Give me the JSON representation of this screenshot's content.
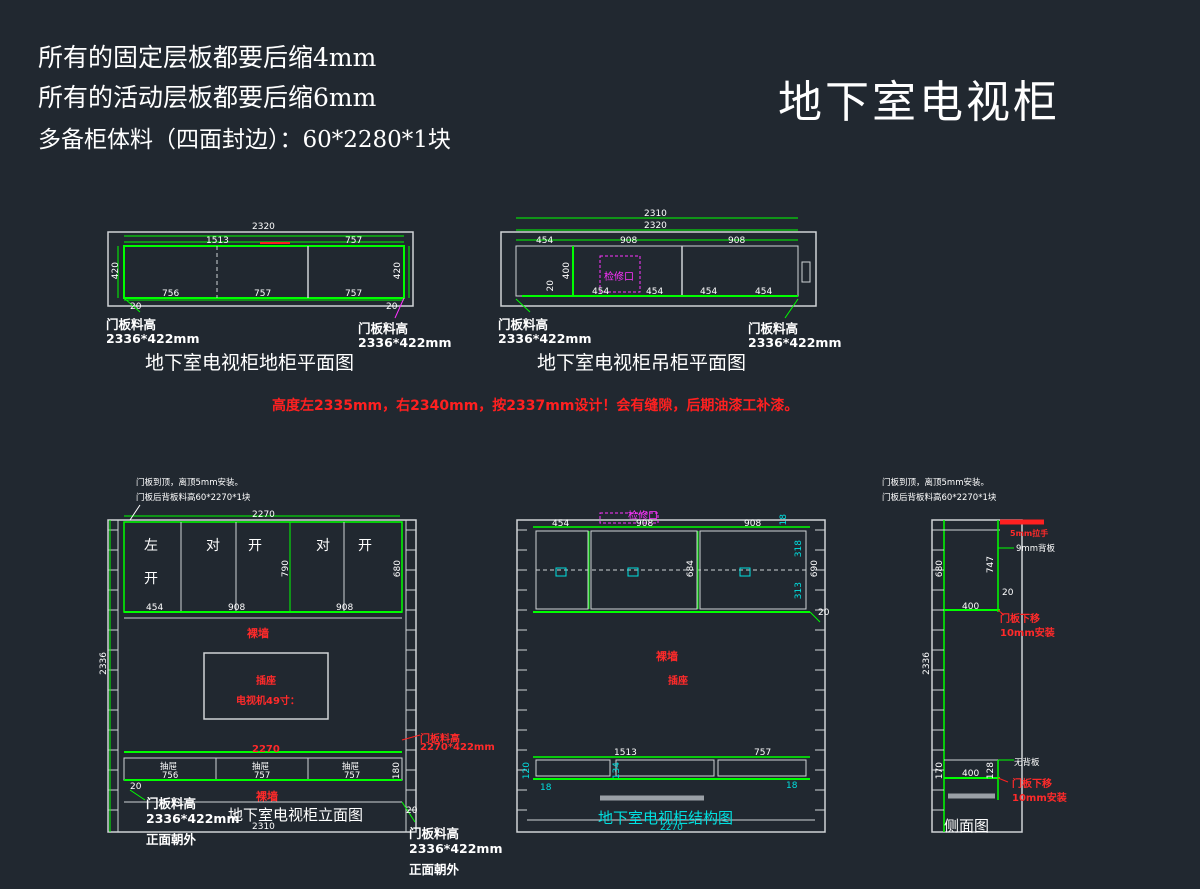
{
  "notes": {
    "line1": "所有的固定层板都要后缩4mm",
    "line2": "所有的活动层板都要后缩6mm",
    "line3": "多备柜体料（四面封边）：60*2280*1块"
  },
  "title": "地下室电视柜",
  "warning": "高度左2335mm，右2340mm，按2337mm设计！会有缝隙，后期油漆工补漆。",
  "plan_floor": {
    "caption": "地下室电视柜地柜平面图",
    "dims": {
      "total": "2320",
      "d1513": "1513",
      "d757a": "757",
      "depth": "420",
      "depth_r": "420",
      "b756": "756",
      "b757a": "757",
      "b757b": "757",
      "s20a": "20",
      "s20b": "20"
    },
    "door_label": "门板料高",
    "door_size": "2336*422mm"
  },
  "plan_wall": {
    "caption": "地下室电视柜吊柜平面图",
    "dims": {
      "total1": "2310",
      "total2": "2320",
      "d454": "454",
      "d908a": "908",
      "d908b": "908",
      "depth": "400",
      "s20": "20",
      "b454a": "454",
      "b454b": "454",
      "b454c": "454",
      "b454d": "454"
    },
    "access": "检修口",
    "door_label": "门板料高",
    "door_size": "2336*422mm"
  },
  "elevation": {
    "caption": "地下室电视柜立面图",
    "top_note1": "门板到顶，离顶5mm安装。",
    "top_note2": "门板后背板料高60*2270*1块",
    "dims": {
      "w2270": "2270",
      "d454": "454",
      "d908a": "908",
      "d908b": "908",
      "h790": "790",
      "h680": "680",
      "h2336": "2336",
      "w2270b": "2270",
      "h180": "180",
      "w2310": "2310",
      "s20a": "20",
      "s20b": "20",
      "d756": "756",
      "d757a": "757",
      "d757b": "757"
    },
    "doors": {
      "left": "左",
      "open": "开",
      "pair1a": "对",
      "pair1b": "开",
      "pair2a": "对",
      "pair2b": "开"
    },
    "wall": "裸墙",
    "socket": "插座",
    "tv": "电视机49寸：",
    "drawer": "抽屉",
    "wall2": "裸墙",
    "door_r_label": "门板料高",
    "door_r_size": "2270*422mm",
    "door_bl_label": "门板料高",
    "door_bl_size": "2336*422mm",
    "door_bl_note": "正面朝外",
    "door_br_label": "门板料高",
    "door_br_size": "2336*422mm",
    "door_br_note": "正面朝外"
  },
  "structure": {
    "caption": "地下室电视柜结构图",
    "access": "检修口",
    "dims": {
      "d454": "454",
      "d908a": "908",
      "d908b": "908",
      "h18a": "18",
      "h318": "318",
      "h690": "690",
      "h313": "313",
      "s20": "20",
      "h684": "684",
      "d1513": "1513",
      "d757": "757",
      "h120": "120",
      "h134": "134",
      "s18a": "18",
      "s18b": "18",
      "w2270": "2270"
    },
    "wall": "裸墙",
    "socket": "插座"
  },
  "side": {
    "caption": "侧面图",
    "top_note1": "门板到顶，离顶5mm安装。",
    "top_note2": "门板后背板料高60*2270*1块",
    "dims": {
      "h680": "680",
      "h747": "747",
      "s20": "20",
      "d400a": "400",
      "h2336": "2336",
      "h170": "170",
      "d400b": "400",
      "h128": "128"
    },
    "label_back": "9mm背板",
    "label_door1": "门板下移",
    "label_door1b": "10mm安装",
    "label_noback": "无背板",
    "label_door2": "门板下移",
    "label_door2b": "10mm安装",
    "red_tag": "5mm拉手"
  },
  "colors": {
    "bg": "#212830",
    "green": "#00ff00",
    "red": "#ff2020",
    "magenta": "#ff33ff",
    "cyan": "#00e0e0",
    "frame": "#cfd3d6"
  }
}
